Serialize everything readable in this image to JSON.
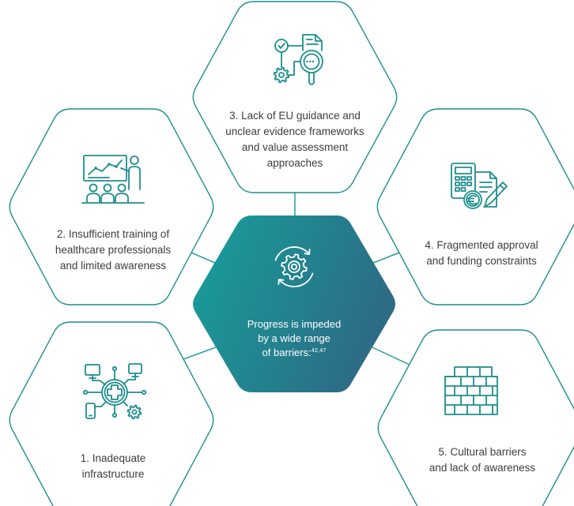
{
  "diagram": {
    "center": {
      "lines": [
        "Progress is impeded",
        "by a wide range",
        "of barriers:"
      ],
      "citation": "42,47",
      "icon": "gear-cycle-icon"
    },
    "barriers": [
      {
        "lines": [
          "1. Inadequate",
          "infrastructure"
        ],
        "icon": "medical-circuit-icon"
      },
      {
        "lines": [
          "2. Insufficient training of",
          "healthcare professionals",
          "and limited awareness"
        ],
        "icon": "presentation-training-icon"
      },
      {
        "lines": [
          "3. Lack of EU guidance and",
          "unclear evidence frameworks",
          "and value assessment",
          "approaches"
        ],
        "icon": "document-search-icon"
      },
      {
        "lines": [
          "4. Fragmented approval",
          "and funding constraints"
        ],
        "icon": "calculator-euro-icon"
      },
      {
        "lines": [
          "5. Cultural barriers",
          "and lack of awareness"
        ],
        "icon": "brick-wall-icon"
      }
    ]
  },
  "colors": {
    "accent": "#1e8e8e",
    "center_gradient": [
      "#17a09d",
      "#2c6c84"
    ],
    "text": "#3d3d3d",
    "center_text": "#ffffff"
  }
}
